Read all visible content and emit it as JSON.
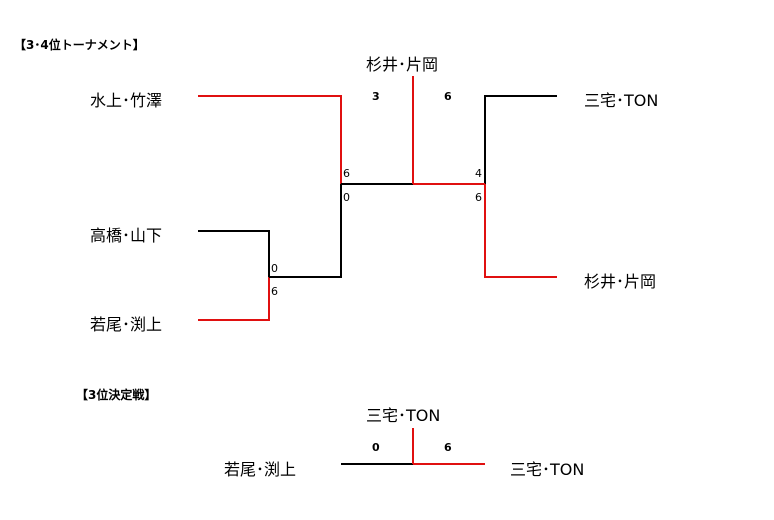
{
  "bracket": {
    "heading": "【3･4位トーナメント】",
    "winner": "杉井･片岡",
    "final_score_left": "3",
    "final_score_right": "6",
    "left": {
      "top": "水上･竹澤",
      "mid": "高橋･山下",
      "bottom": "若尾･渕上",
      "top_score": "6",
      "semi_score": "0",
      "qf_top_score": "0",
      "qf_bottom_score": "6"
    },
    "right": {
      "top": "三宅･TON",
      "bottom": "杉井･片岡",
      "top_score": "4",
      "bottom_score": "6"
    }
  },
  "third_place": {
    "heading": "【3位決定戦】",
    "winner": "三宅･TON",
    "left": "若尾･渕上",
    "right": "三宅･TON",
    "score_left": "0",
    "score_right": "6"
  },
  "colors": {
    "win": "#e01010",
    "lose": "#000000"
  }
}
